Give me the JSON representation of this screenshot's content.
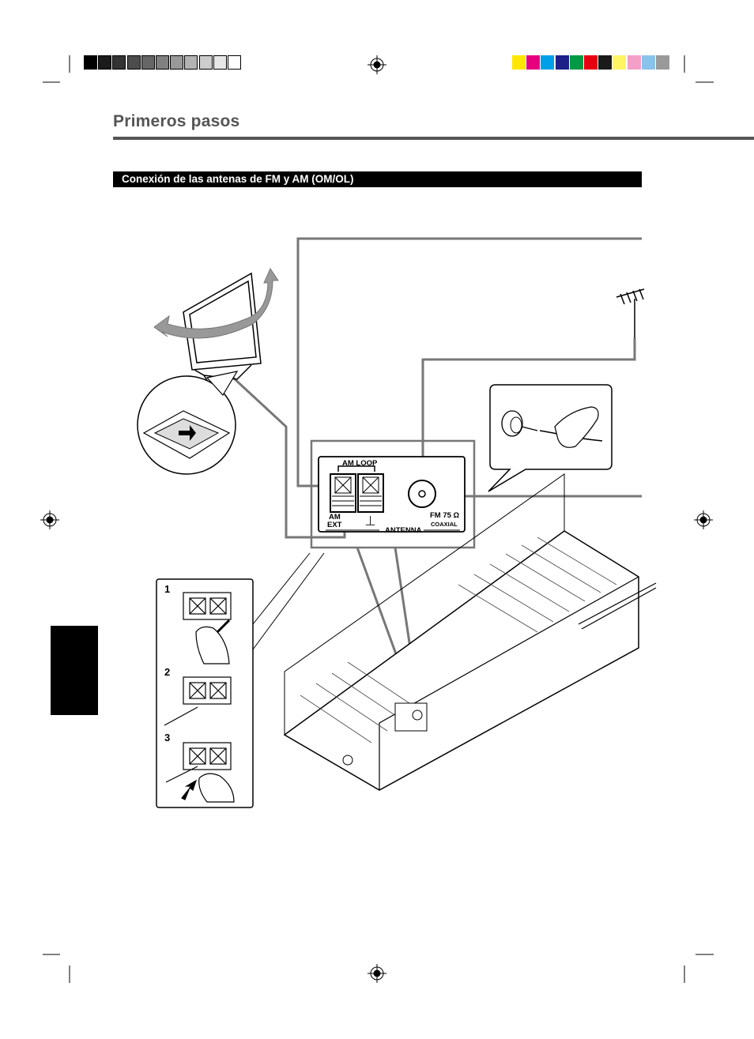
{
  "page": {
    "title": "Primeros pasos",
    "section_title": "Conexión de las antenas de FM y AM (OM/OL)"
  },
  "panel": {
    "am_loop_label": "AM LOOP",
    "am_ext_line1": "AM",
    "am_ext_line2": "EXT",
    "ground_symbol": "⏊",
    "fm_label": "FM 75 Ω",
    "coaxial_label": "COAXIAL",
    "antenna_label": "ANTENNA"
  },
  "steps": {
    "step1": "1",
    "step2": "2",
    "step3": "3"
  },
  "colors": {
    "grayscale_bar": [
      "#000000",
      "#1a1a1a",
      "#333333",
      "#4d4d4d",
      "#666666",
      "#808080",
      "#999999",
      "#b3b3b3",
      "#cccccc",
      "#e6e6e6",
      "#ffffff"
    ],
    "color_bar": [
      "#ffe600",
      "#e6007e",
      "#00a0e9",
      "#1d2088",
      "#009944",
      "#e60012",
      "#1a1a1a",
      "#fff462",
      "#f39fc7",
      "#89c3eb",
      "#9a9a9a"
    ],
    "rule": "#555555"
  }
}
